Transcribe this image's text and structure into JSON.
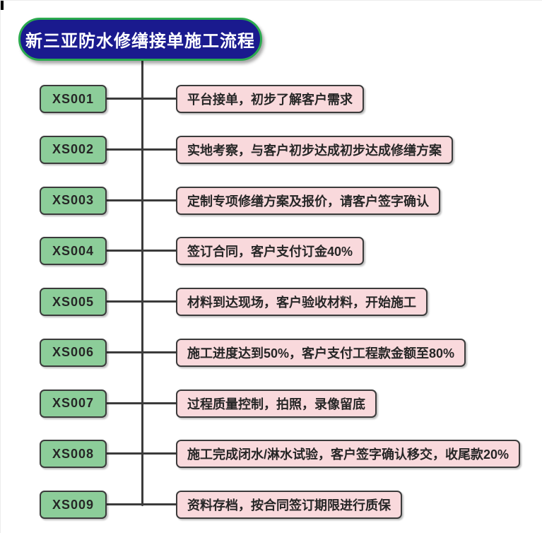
{
  "title": "新三亚防水修缮接单施工流程",
  "colors": {
    "title_fill": "#1a1a8e",
    "title_border": "#2baa4f",
    "code_fill": "#8ccd99",
    "desc_fill": "#f9d9dc",
    "line": "#3b3b3b",
    "text": "#262626"
  },
  "steps": [
    {
      "code": "XS001",
      "desc": "平台接单，初步了解客户需求"
    },
    {
      "code": "XS002",
      "desc": "实地考察，与客户初步达成初步达成修缮方案"
    },
    {
      "code": "XS003",
      "desc": "定制专项修缮方案及报价，请客户签字确认"
    },
    {
      "code": "XS004",
      "desc": "签订合同，客户支付订金40%"
    },
    {
      "code": "XS005",
      "desc": "材料到达现场，客户验收材料，开始施工"
    },
    {
      "code": "XS006",
      "desc": "施工进度达到50%，客户支付工程款金额至80%"
    },
    {
      "code": "XS007",
      "desc": "过程质量控制，拍照，录像留底"
    },
    {
      "code": "XS008",
      "desc": "施工完成闭水/淋水试验，客户签字确认移交，收尾款20%"
    },
    {
      "code": "XS009",
      "desc": "资料存档，按合同签订期限进行质保"
    }
  ]
}
